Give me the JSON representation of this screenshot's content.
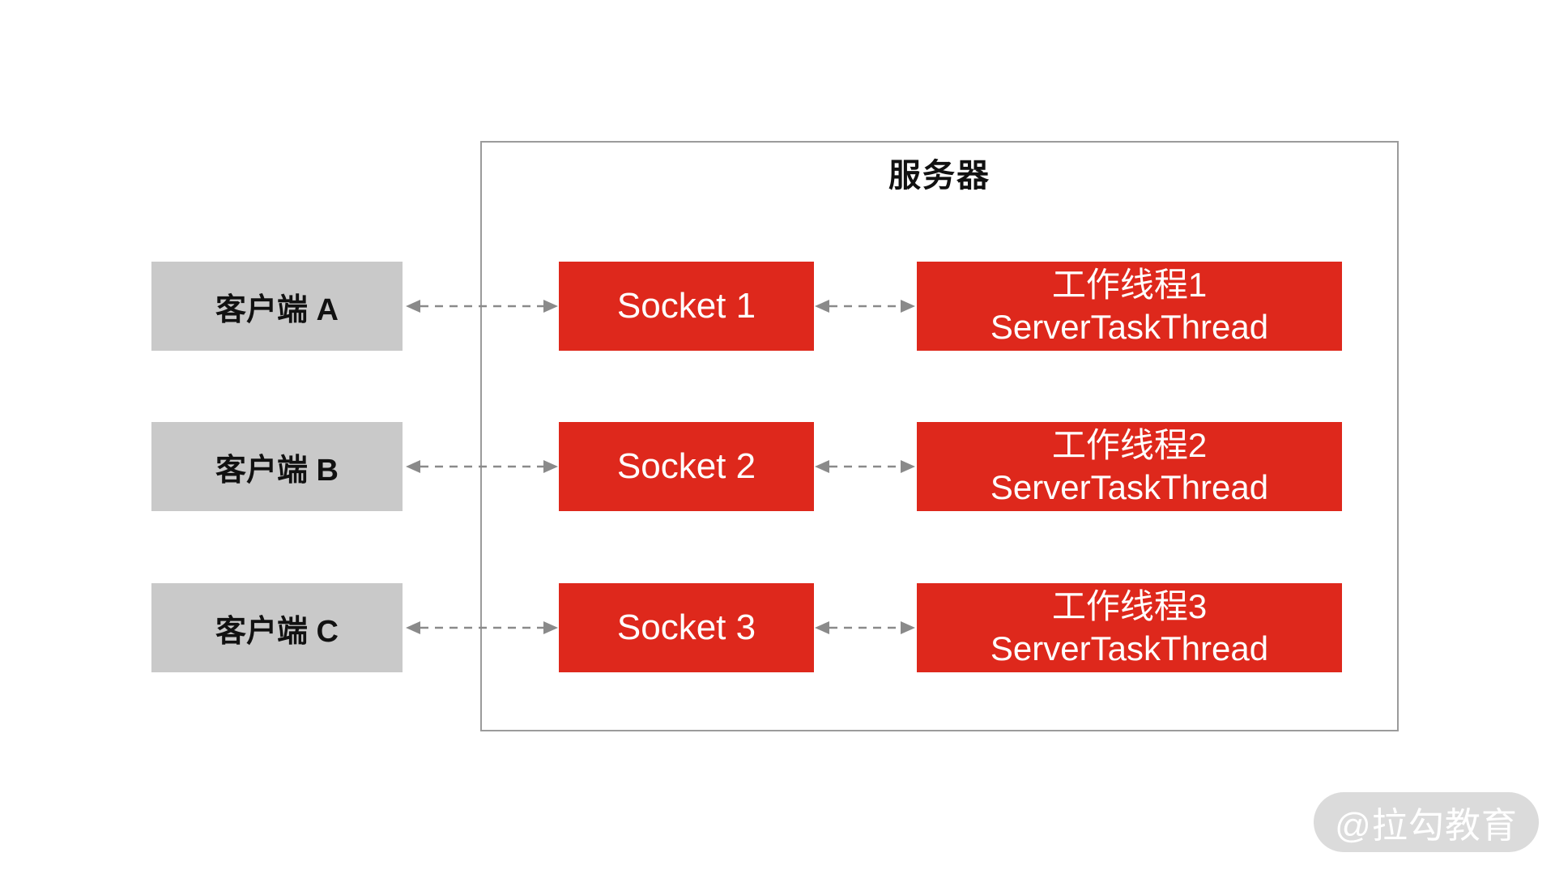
{
  "server_title": "服务器",
  "rows": [
    {
      "client_label": "客户端 A",
      "socket_label": "Socket 1",
      "thread_line1": "工作线程1",
      "thread_line2": "ServerTaskThread"
    },
    {
      "client_label": "客户端 B",
      "socket_label": "Socket 2",
      "thread_line1": "工作线程2",
      "thread_line2": "ServerTaskThread"
    },
    {
      "client_label": "客户端 C",
      "socket_label": "Socket 3",
      "thread_line1": "工作线程3",
      "thread_line2": "ServerTaskThread"
    }
  ],
  "watermark": "@拉勾教育",
  "colors": {
    "box_red": "#DE281C",
    "box_gray": "#C9C9C9",
    "container_border": "#9B9B9B",
    "arrow": "#8A8A8A",
    "text_dark": "#111111",
    "box_text_light": "#FFFFFF",
    "watermark_bg": "#DBDBDB",
    "watermark_text": "#FFFFFF"
  }
}
